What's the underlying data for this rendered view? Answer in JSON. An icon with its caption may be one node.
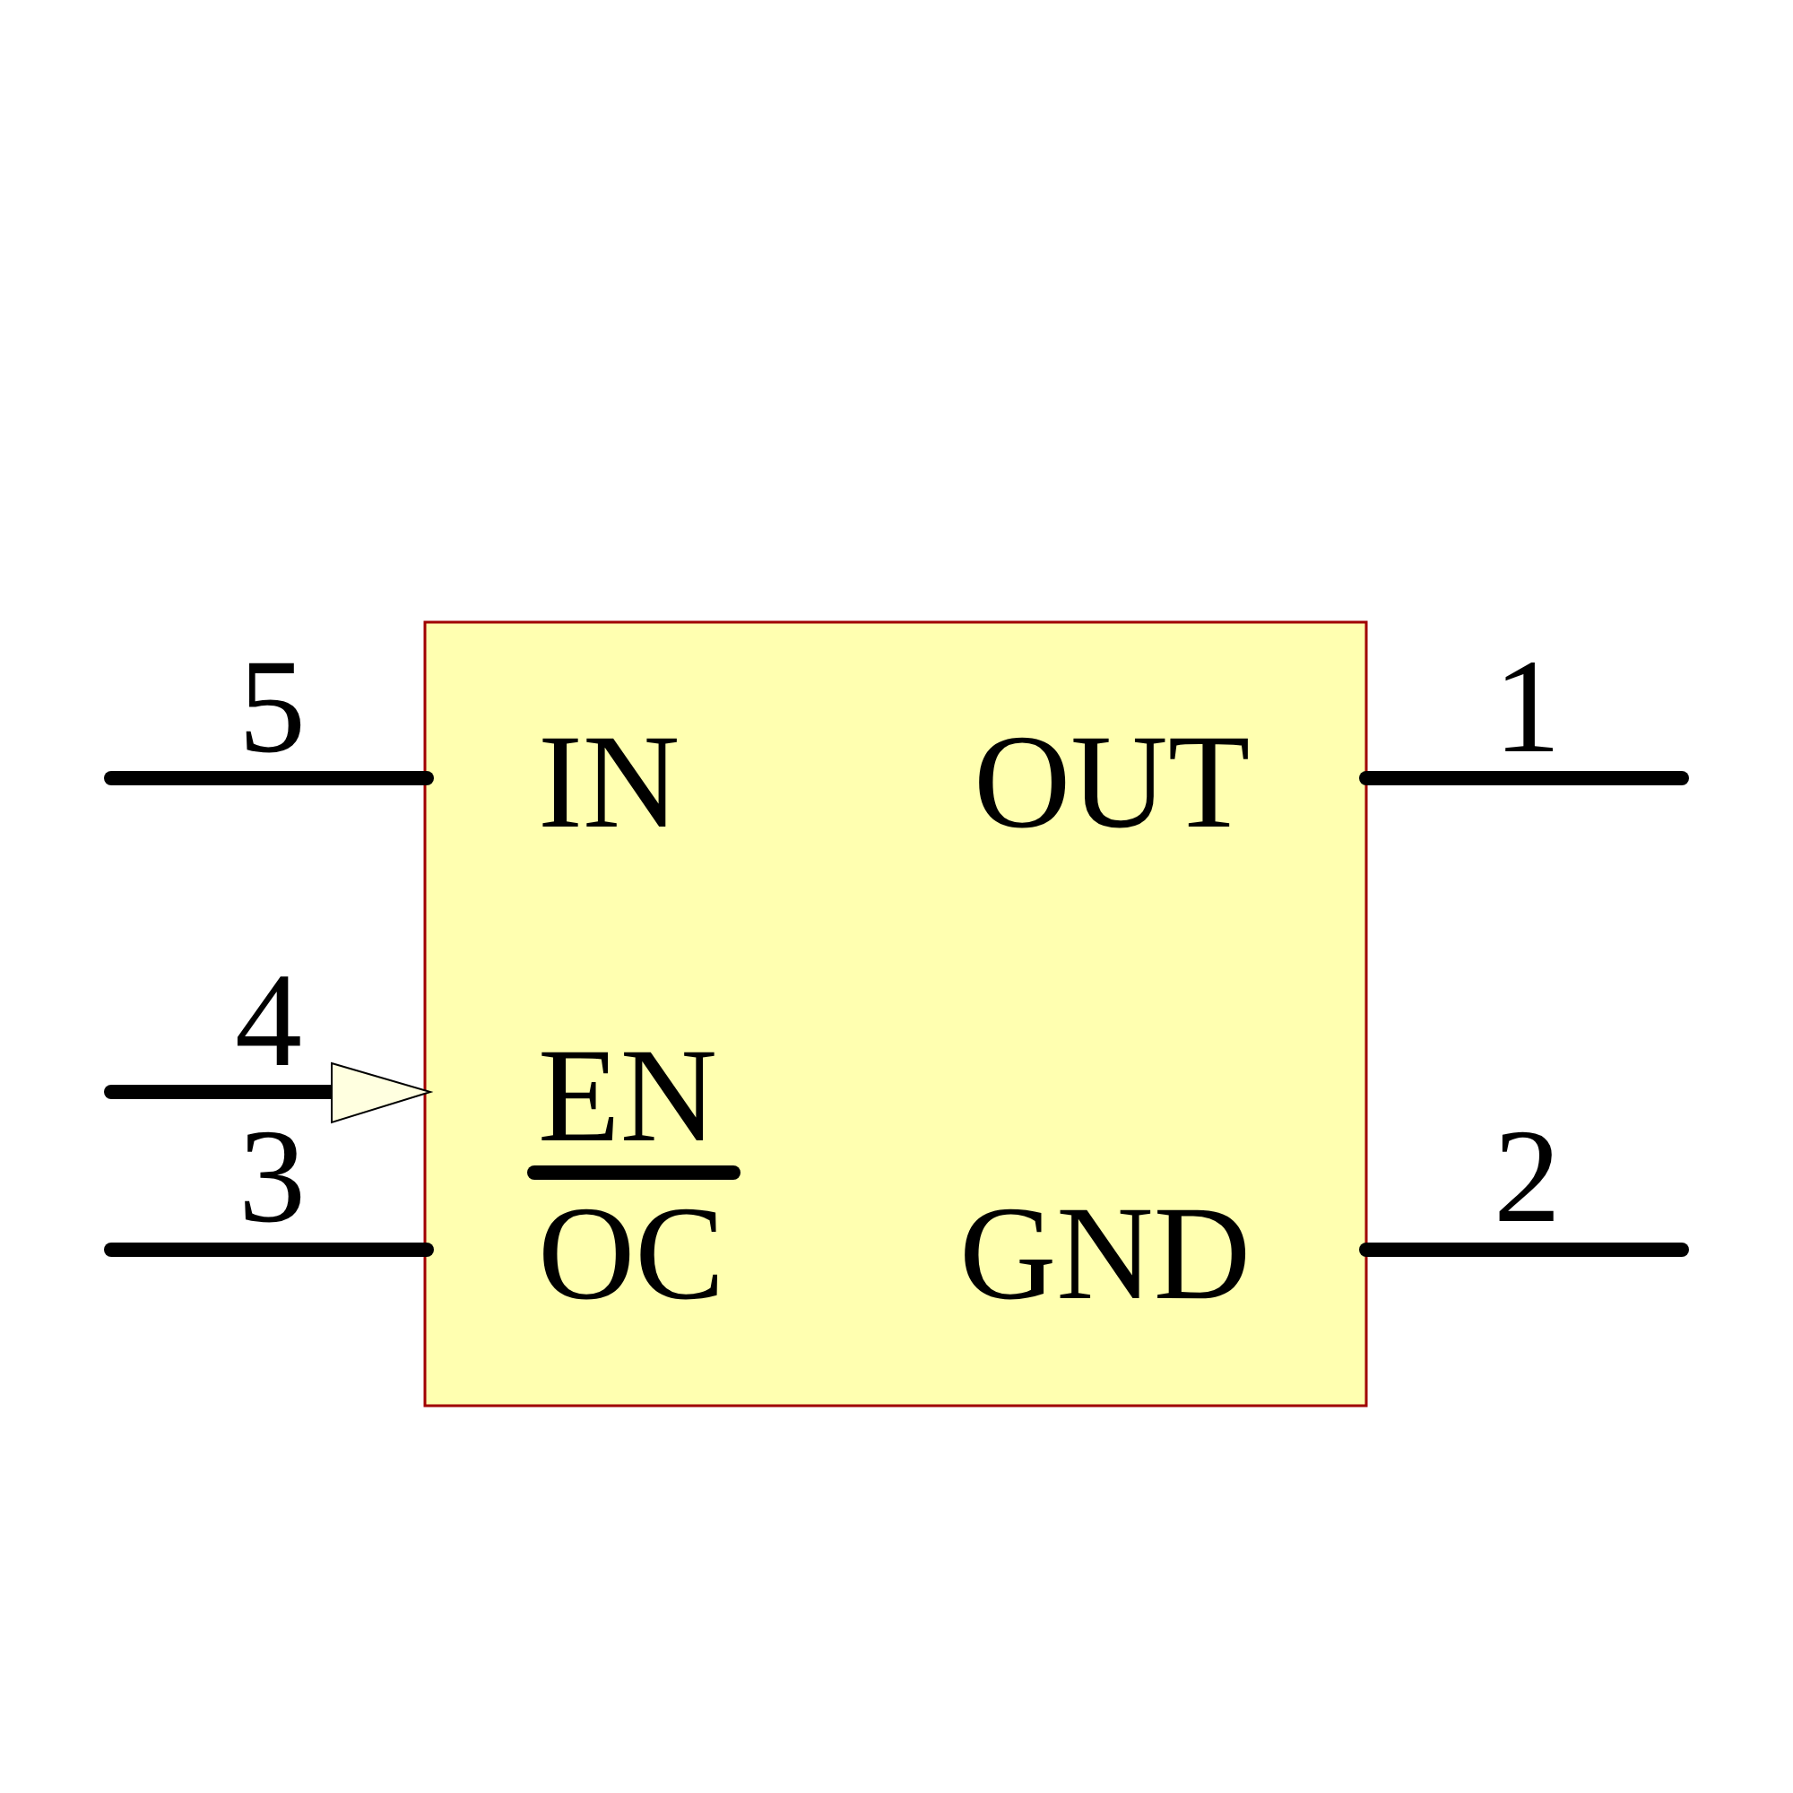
{
  "diagram": {
    "labels": [
      "5",
      "1",
      "IN",
      "OUT",
      "4",
      "EN",
      "3",
      "OC",
      "2",
      "GND"
    ]
  }
}
